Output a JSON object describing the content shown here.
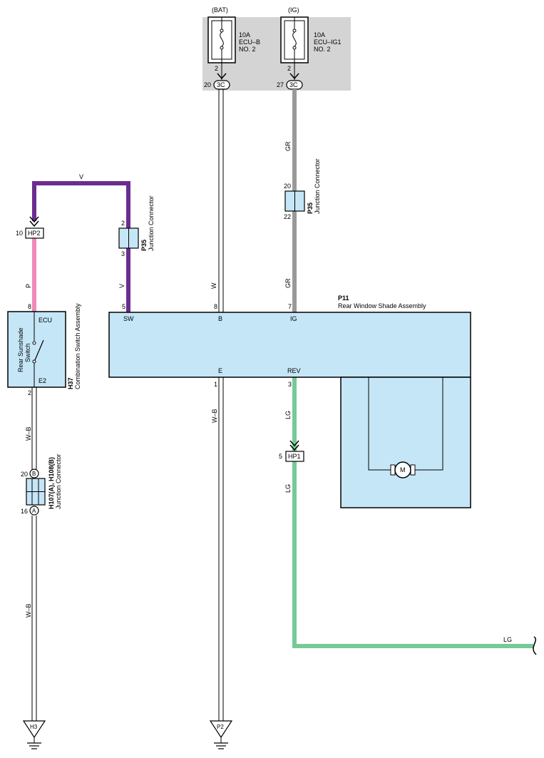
{
  "colors": {
    "violet": "#6b2d8f",
    "pink": "#f08bb9",
    "gray": "#999999",
    "lightgreen": "#77c998",
    "component_fill": "#c5e6f7",
    "fuse_panel": "#d4d4d4"
  },
  "fuses": [
    {
      "source": "(BAT)",
      "amp": "10A",
      "name": "ECU–B",
      "num": "NO. 2",
      "pin": "2",
      "conn_pin": "20",
      "conn": "3C"
    },
    {
      "source": "(IG)",
      "amp": "10A",
      "name": "ECU–IG1",
      "num": "NO. 2",
      "pin": "2",
      "conn_pin": "27",
      "conn": "3C"
    }
  ],
  "wires": {
    "w": "W",
    "gr": "GR",
    "gr2": "GR",
    "v_top": "V",
    "v_side": "V",
    "p": "P",
    "wb1": "W–B",
    "wb2": "W–B",
    "wb3": "W–B",
    "lg1": "LG",
    "lg2": "LG",
    "lg3": "LG"
  },
  "junction_p35_right": {
    "id": "P35",
    "desc": "Junction Connector",
    "pin_top": "20",
    "pin_bottom": "22"
  },
  "junction_p35_left": {
    "id": "P35",
    "desc": "Junction Connector",
    "pin_top": "2",
    "pin_bottom": "3"
  },
  "hp2": {
    "label": "HP2",
    "pin": "10"
  },
  "hp1": {
    "label": "HP1",
    "pin": "5"
  },
  "switch": {
    "id": "H37",
    "desc": "Combination Switch Assembly",
    "pin_top": "8",
    "term_top": "ECU",
    "term_bottom": "E2",
    "pin_bottom": "2",
    "inner_line1": "Rear Sunshade",
    "inner_line2": "Switch"
  },
  "assembly": {
    "id": "P11",
    "desc": "Rear Window Shade Assembly",
    "sw_pin": "5",
    "sw": "SW",
    "b_pin": "8",
    "b": "B",
    "ig_pin": "7",
    "ig": "IG",
    "e_pin": "1",
    "e": "E",
    "rev_pin": "3",
    "rev": "REV",
    "motor": "M"
  },
  "junction_h107": {
    "id": "H107(A), H108(B)",
    "desc": "Junction Connector",
    "pin_top": "20",
    "top_letter": "B",
    "pin_bottom": "16",
    "bottom_letter": "A"
  },
  "grounds": {
    "h3": "H3",
    "p2": "P2"
  }
}
